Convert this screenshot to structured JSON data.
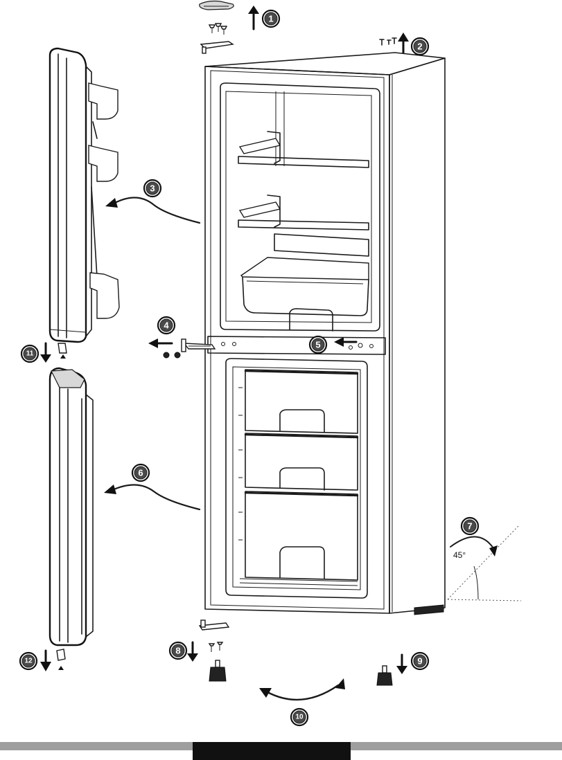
{
  "steps": [
    {
      "label": "1"
    },
    {
      "label": "2"
    },
    {
      "label": "3"
    },
    {
      "label": "4"
    },
    {
      "label": "5"
    },
    {
      "label": "6"
    },
    {
      "label": "7"
    },
    {
      "label": "8"
    },
    {
      "label": "9"
    },
    {
      "label": "10"
    },
    {
      "label": "11"
    },
    {
      "label": "12"
    }
  ],
  "angle": {
    "label": "45°"
  },
  "colors": {
    "ink": "#1a1a1a",
    "badge": "#4a4a4a",
    "footer_bar": "#9e9e9e",
    "footer_tab": "#111111"
  }
}
